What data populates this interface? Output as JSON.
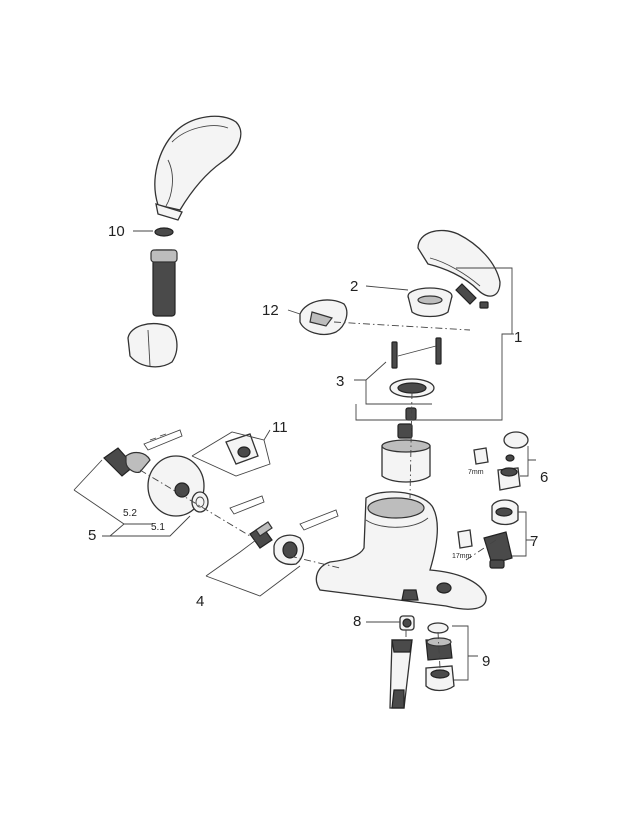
{
  "labels": {
    "p1": "1",
    "p2": "2",
    "p3": "3",
    "p4": "4",
    "p5": "5",
    "p5_1": "5.1",
    "p5_2": "5.2",
    "p6": "6",
    "p7": "7",
    "p8": "8",
    "p9": "9",
    "p10": "10",
    "p11": "11",
    "p12": "12",
    "size_7mm": "7mm",
    "size_17mm": "17mm"
  }
}
